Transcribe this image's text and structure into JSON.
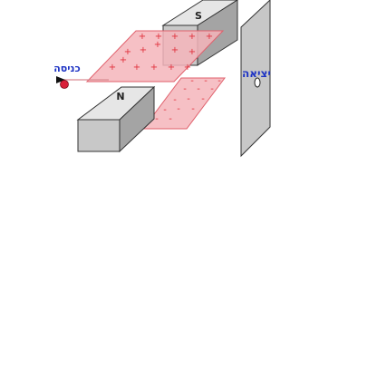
{
  "magnets": {
    "top_pole": "S",
    "bottom_pole": "N"
  },
  "plates": {
    "upper_sign": "+",
    "lower_sign": "-"
  },
  "labels": {
    "entrance": "כניסה",
    "exit": "יציאה"
  },
  "colors": {
    "magnet_front": "#c8c8c8",
    "magnet_top": "#e6e6e6",
    "magnet_side": "#a4a4a4",
    "plate_fill": "#f5b5bb",
    "plate_stroke": "#e0606c",
    "charge_marks": "#e0303c",
    "screen_fill": "#c7c7c7",
    "particle": "#d9203a",
    "label_text": "#1d33c4"
  }
}
